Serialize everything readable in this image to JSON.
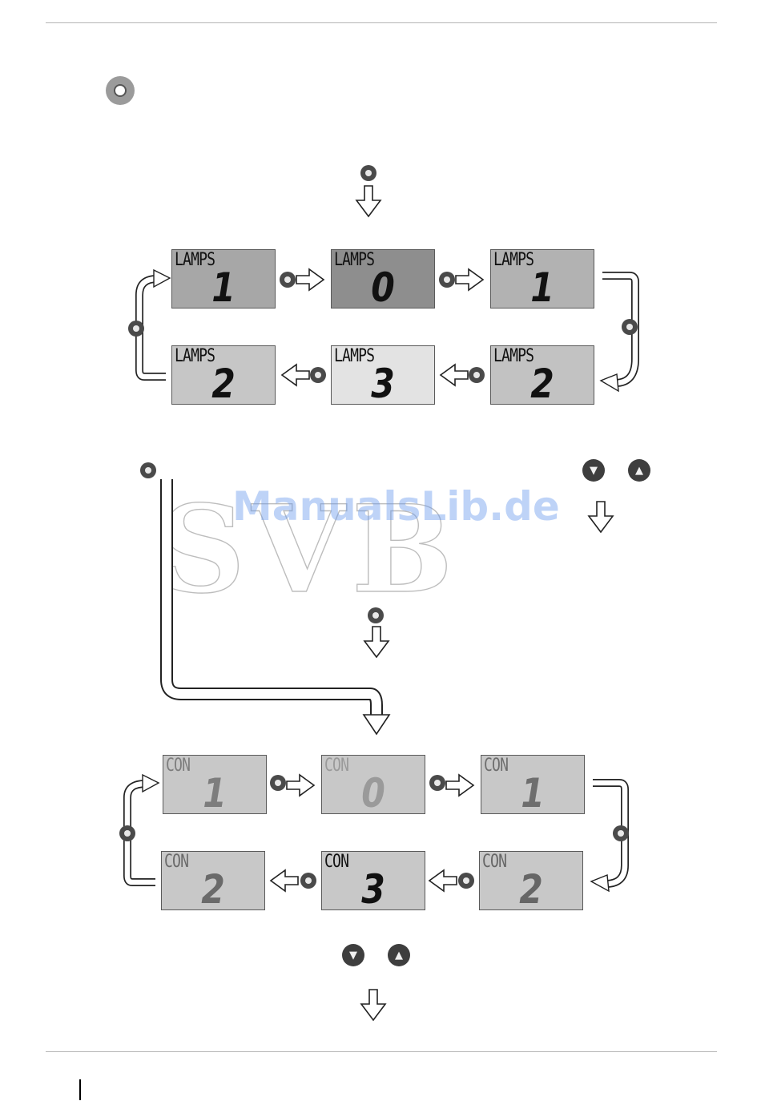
{
  "watermark": {
    "text": "ManualsLib.de",
    "logo_text": "SVB",
    "color": "#6496eb"
  },
  "lamps_cycle": {
    "label": "LAMPS",
    "top_row": [
      {
        "label": "LAMPS",
        "value": "1",
        "bg": "#a7a7a7"
      },
      {
        "label": "LAMPS",
        "value": "0",
        "bg": "#8e8e8e"
      },
      {
        "label": "LAMPS",
        "value": "1",
        "bg": "#b2b2b2"
      }
    ],
    "bottom_row": [
      {
        "label": "LAMPS",
        "value": "2",
        "bg": "#c6c6c6"
      },
      {
        "label": "LAMPS",
        "value": "3",
        "bg": "#e3e3e3"
      },
      {
        "label": "LAMPS",
        "value": "2",
        "bg": "#c2c2c2"
      }
    ]
  },
  "con_cycle": {
    "label": "CON",
    "top_row": [
      {
        "label": "CON",
        "value": "1",
        "bg": "#c8c8c8",
        "ink": "#7d7d7d"
      },
      {
        "label": "CON",
        "value": "0",
        "bg": "#c8c8c8",
        "ink": "#9a9a9a"
      },
      {
        "label": "CON",
        "value": "1",
        "bg": "#c8c8c8",
        "ink": "#6e6e6e"
      }
    ],
    "bottom_row": [
      {
        "label": "CON",
        "value": "2",
        "bg": "#c8c8c8",
        "ink": "#6a6a6a"
      },
      {
        "label": "CON",
        "value": "3",
        "bg": "#c8c8c8",
        "ink": "#111111"
      },
      {
        "label": "CON",
        "value": "2",
        "bg": "#c8c8c8",
        "ink": "#666666"
      }
    ]
  },
  "buttons": {
    "down_symbol": "▼",
    "up_symbol": "▲"
  },
  "icons": [
    "select-button-icon",
    "down-button-icon",
    "up-button-icon",
    "flow-arrow-icon"
  ]
}
